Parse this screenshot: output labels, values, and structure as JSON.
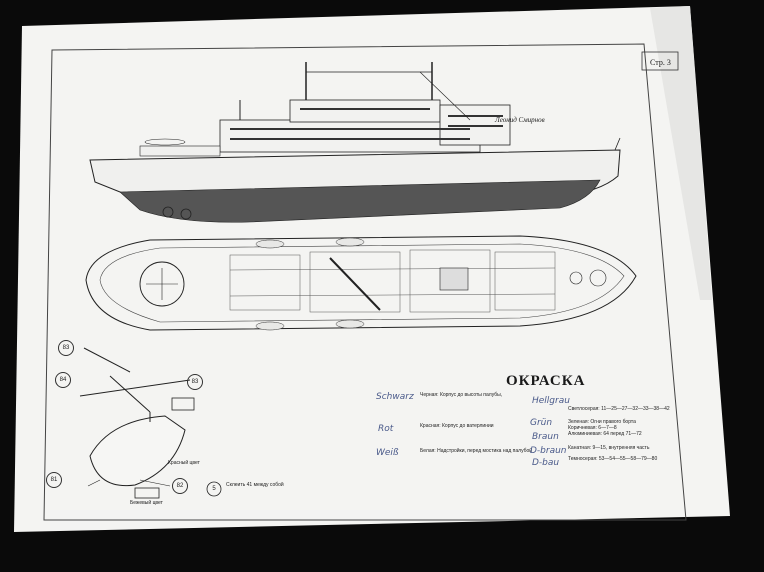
{
  "sheet": {
    "page_label": "Стр. 3",
    "ship_name": "Леонид Смирнов",
    "title": "ОКРАСКА"
  },
  "legend": [
    {
      "color": "Черная:",
      "text": "Корпус до высоты палубы,"
    },
    {
      "color": "Красная:",
      "text": "Корпус до ватерлинии"
    },
    {
      "color": "Белая:",
      "text": "Надстройки, перед мостика над палубой"
    },
    {
      "color": "Светлосерая:",
      "text": "11—25—27—32—33—38—42"
    },
    {
      "color": "Зеленая:",
      "text": "Огни правого борта"
    },
    {
      "color": "Коричневая:",
      "text": "6—7—8"
    },
    {
      "color": "Алюминиевая:",
      "text": "64 перед 71—72"
    },
    {
      "color": "Канатная:",
      "text": "9—15, внутренняя часть"
    },
    {
      "color": "Темносерая:",
      "text": "53—54—55—58—79—80"
    }
  ],
  "handwritten": [
    "Schwarz",
    "Rot",
    "Weiß",
    "Hellgrau",
    "Grün",
    "Braun",
    "D-braun",
    "D-bau"
  ],
  "callouts": [
    "83",
    "84",
    "81",
    "82",
    "83",
    "5"
  ],
  "notes": [
    "Красный цвет",
    "Склеить 41 между собой",
    "Бежевый цвет"
  ]
}
